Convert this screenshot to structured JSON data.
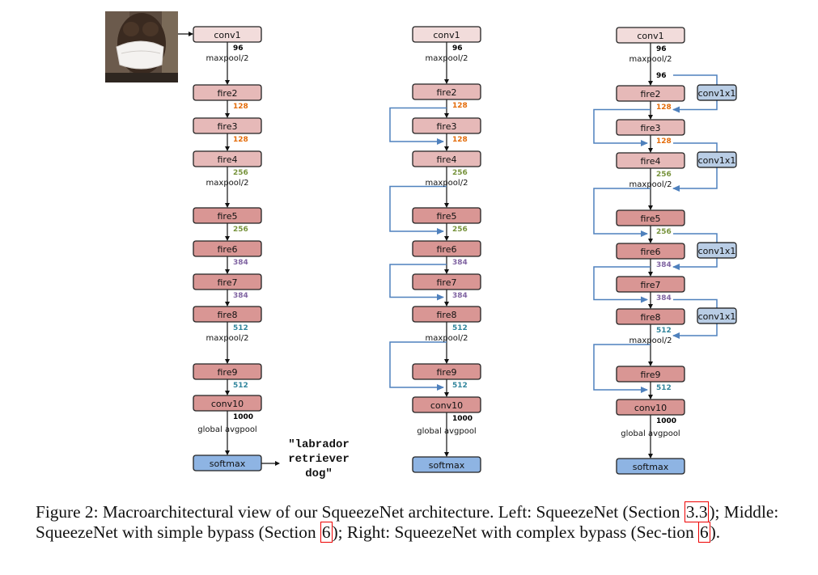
{
  "figure": {
    "input_image": "masked-dog-photo",
    "output_label": [
      "\"labrador",
      "retriever",
      "dog\""
    ],
    "colors": {
      "conv1_fill": "#f2dcdb",
      "fire_light_fill": "#e6b9b8",
      "fire_dark_fill": "#d99694",
      "softmax_fill": "#8eb4e3",
      "conv1x1_fill": "#b9cde5",
      "bypass_line": "#4f81bd",
      "c96": "#000000",
      "c128": "#e46c0a",
      "c256": "#77933c",
      "c384": "#8064a2",
      "c512": "#31859c",
      "c1000": "#000000"
    },
    "columns": [
      {
        "name": "SqueezeNet",
        "bypass": "none",
        "layers": [
          "conv1",
          "fire2",
          "fire3",
          "fire4",
          "fire5",
          "fire6",
          "fire7",
          "fire8",
          "fire9",
          "conv10",
          "softmax"
        ],
        "channels": [
          "96",
          "128",
          "128",
          "256",
          "256",
          "384",
          "384",
          "512",
          "512",
          "1000"
        ]
      },
      {
        "name": "SqueezeNet with simple bypass",
        "bypass": "simple",
        "layers": [
          "conv1",
          "fire2",
          "fire3",
          "fire4",
          "fire5",
          "fire6",
          "fire7",
          "fire8",
          "fire9",
          "conv10",
          "softmax"
        ],
        "channels": [
          "96",
          "128",
          "128",
          "256",
          "256",
          "384",
          "384",
          "512",
          "512",
          "1000"
        ]
      },
      {
        "name": "SqueezeNet with complex bypass",
        "bypass": "complex",
        "layers": [
          "conv1",
          "fire2",
          "fire3",
          "fire4",
          "fire5",
          "fire6",
          "fire7",
          "fire8",
          "fire9",
          "conv10",
          "softmax"
        ],
        "channels": [
          "96",
          "128",
          "128",
          "256",
          "256",
          "384",
          "384",
          "512",
          "512",
          "1000"
        ],
        "extra_channel": "96",
        "conv1x1_label": "conv1x1"
      }
    ],
    "pool_labels": {
      "maxpool": "maxpool/2",
      "global": "global avgpool"
    }
  },
  "caption": {
    "part1": "Figure 2: Macroarchitectural view of our SqueezeNet architecture. Left: SqueezeNet (Section ",
    "ref1": "3.3",
    "part2": "); Middle: SqueezeNet with simple bypass (Section ",
    "ref2": "6",
    "part3": "); Right: SqueezeNet with complex bypass (Sec-tion ",
    "ref3": "6",
    "part4": ")."
  }
}
